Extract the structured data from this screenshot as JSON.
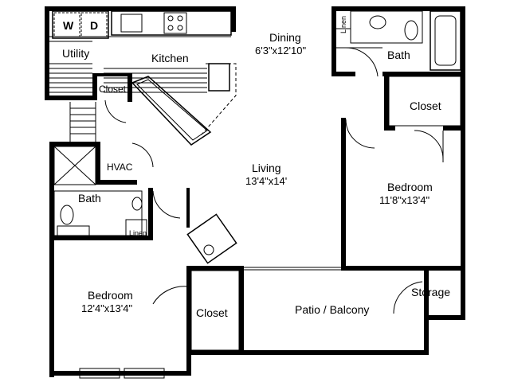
{
  "rooms": {
    "washer": "W",
    "dryer": "D",
    "utility": "Utility",
    "kitchen": "Kitchen",
    "dining": "Dining",
    "dining_dim": "6'3\"x12'10\"",
    "bath_top": "Bath",
    "linen_top": "Linen",
    "closet_small": "Closet",
    "closet_bedroom_right": "Closet",
    "hvac": "HVAC",
    "bath_left": "Bath",
    "linen_left": "Linen",
    "living": "Living",
    "living_dim": "13'4\"x14'",
    "bedroom_right": "Bedroom",
    "bedroom_right_dim": "11'8\"x13'4\"",
    "bedroom_left": "Bedroom",
    "bedroom_left_dim": "12'4\"x13'4\"",
    "closet_left": "Closet",
    "patio": "Patio / Balcony",
    "storage": "Storage"
  }
}
